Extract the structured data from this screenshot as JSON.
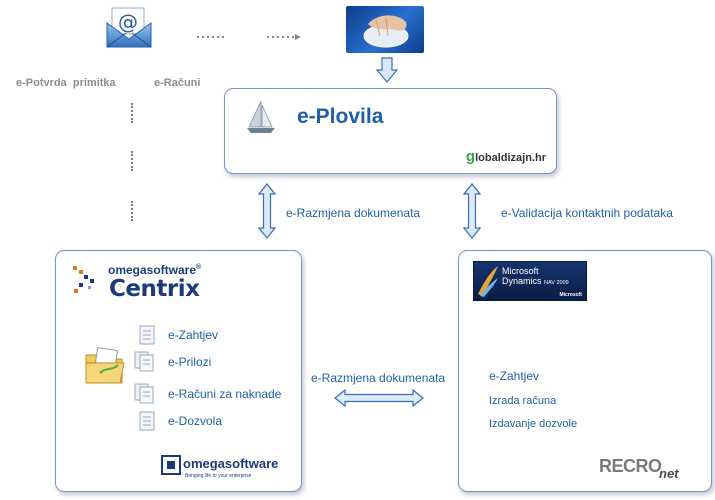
{
  "top_left": {
    "potvrda_label": "e-Potvrda  primitka",
    "racuni_label": "e-Računi"
  },
  "eplovila": {
    "title": "e-Plovila",
    "site_brand": "lobaldizajn.hr",
    "site_initial": "g"
  },
  "connectors": {
    "left_label": "e-Razmjena dokumenata",
    "right_label": "e-Validacija kontaktnih podataka",
    "middle_label": "e-Razmjena dokumenata"
  },
  "centrix": {
    "brand_top": "omegasoftware",
    "brand_reg": "®",
    "product": "Centrix",
    "items": [
      "e-Zahtjev",
      "e-Prilozi",
      "e-Računi za naknade",
      "e-Dozvola"
    ],
    "footer_brand": "omegasoftware",
    "footer_tagline": "Bringing life to your enterprise"
  },
  "dynamics": {
    "logo_line1": "Microsoft",
    "logo_line2": "Dynamics",
    "logo_suffix": "NAV 2009",
    "logo_ms": "Microsoft",
    "items": [
      "e-Zahtjev",
      "Izrada računa",
      "Izdavanje dozvole"
    ],
    "recro_brand": "RECRO",
    "recro_net": "net"
  },
  "colors": {
    "accent": "#1f5fa8",
    "border": "#6f97c9",
    "arrow_fill": "#dce9f8",
    "centrix_navy": "#1c3a7a"
  }
}
